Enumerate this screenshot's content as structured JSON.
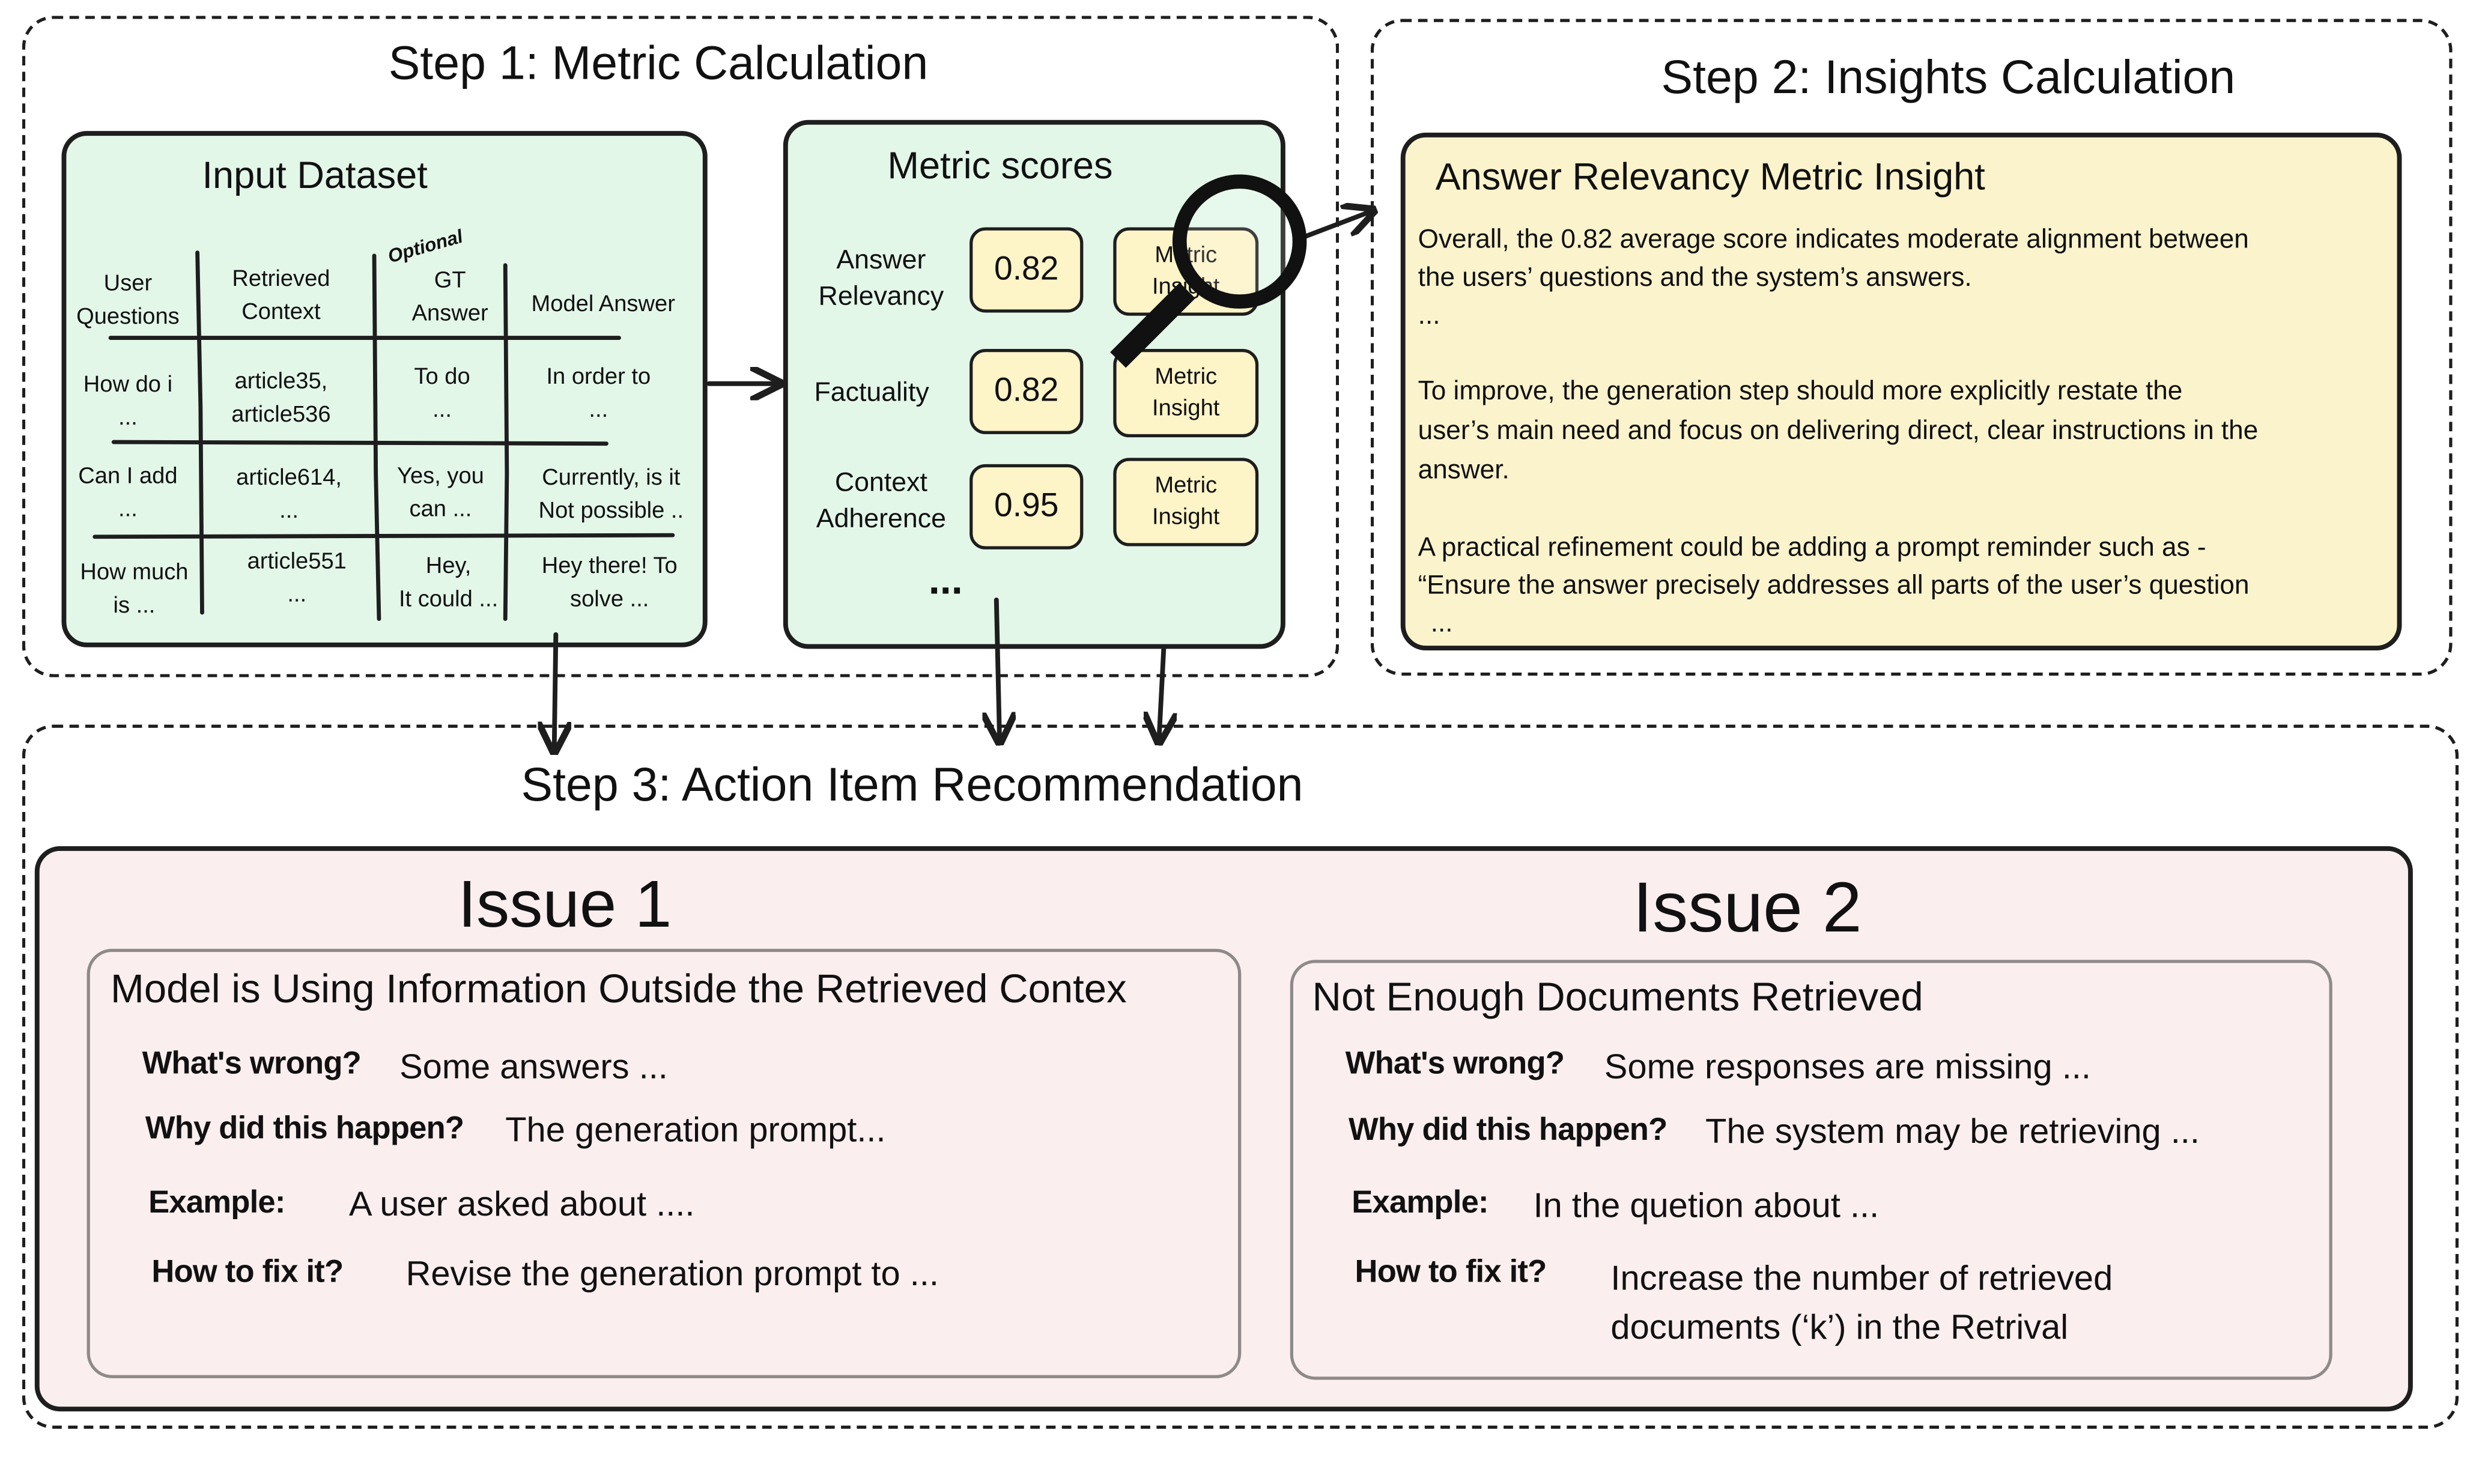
{
  "step1": {
    "title": "Step 1: Metric Calculation",
    "dataset": {
      "title": "Input Dataset",
      "optional_tag": "Optional",
      "headers": [
        "User\nQuestions",
        "Retrieved\nContext",
        "GT\nAnswer",
        "Model  Answer"
      ],
      "rows": [
        [
          "How do i\n...",
          "article35,\narticle536",
          "To do\n...",
          "In order to\n..."
        ],
        [
          "Can I add\n...",
          "article614,\n...",
          "Yes, you\ncan ...",
          "Currently, is it\nNot possible .."
        ],
        [
          "How much\nis ...",
          "article551\n...",
          "Hey,\nIt could ...",
          "Hey there! To\nsolve ..."
        ]
      ]
    },
    "metrics": {
      "title": "Metric scores",
      "items": [
        {
          "label": "Answer\nRelevancy",
          "score": "0.82",
          "button": "Metric\nInsight"
        },
        {
          "label": "Factuality",
          "score": "0.82",
          "button": "Metric\nInsight"
        },
        {
          "label": "Context\nAdherence",
          "score": "0.95",
          "button": "Metric\nInsight"
        }
      ],
      "more": "..."
    }
  },
  "step2": {
    "title": "Step 2: Insights Calculation",
    "card_title": "Answer Relevancy Metric Insight",
    "lines": [
      "Overall, the 0.82 average score indicates moderate alignment between",
      "the users’ questions and the system’s answers.",
      "...",
      "To improve, the generation step should more explicitly restate the",
      "user’s main need and focus on delivering direct, clear instructions in the",
      "answer.",
      "A practical refinement could be adding a prompt reminder such as -",
      "“Ensure the answer precisely addresses all parts of the user’s question",
      "..."
    ]
  },
  "step3": {
    "title": "Step 3: Action Item  Recommendation",
    "issues": [
      {
        "heading": "Issue 1",
        "title": "Model is Using Information Outside the Retrieved Contex",
        "labels": [
          "What's wrong?",
          "Why did this happen?",
          "Example:",
          "How to fix it?"
        ],
        "values": [
          "Some answers ...",
          "The generation prompt...",
          "A user asked about ....",
          "Revise the generation prompt to ..."
        ]
      },
      {
        "heading": "Issue 2",
        "title": "Not Enough Documents Retrieved",
        "labels": [
          "What's wrong?",
          "Why did this happen?",
          "Example:",
          "How to fix it?"
        ],
        "values": [
          "Some responses are missing  ...",
          "The system may be retrieving ...",
          "In the quetion about ...",
          "Increase the number of retrieved\ndocuments (‘k’) in the Retrival"
        ]
      }
    ]
  },
  "colors": {
    "green_panel": "#e3f7e9",
    "yellow_panel": "#fbf3cc",
    "pink_panel": "#fbeeee",
    "score_box": "#fdf4c8",
    "stroke": "#1e1e1e"
  },
  "icons": [
    "magnifier-icon",
    "arrow-icon"
  ]
}
